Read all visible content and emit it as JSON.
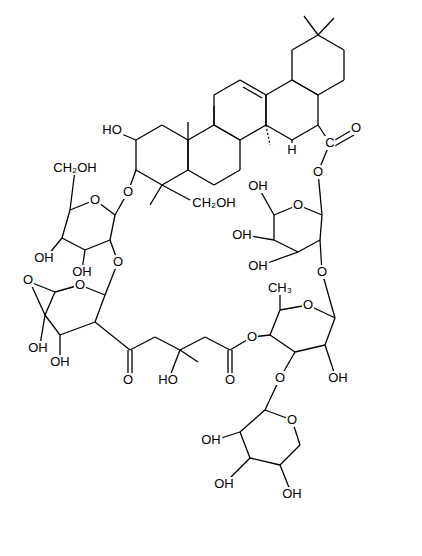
{
  "diagram": {
    "labels": [
      "HO",
      "CH₂OH",
      "C",
      "O",
      "H",
      "O",
      "CH₂OH",
      "O",
      "O",
      "OH",
      "OH",
      "O",
      "O",
      "O",
      "OH",
      "OH",
      "O",
      "HO",
      "O",
      "O",
      "O",
      "OH",
      "OH",
      "OH",
      "O",
      "O",
      "CH₃",
      "OH",
      "O",
      "O",
      "OH",
      "OH",
      "OH"
    ]
  }
}
